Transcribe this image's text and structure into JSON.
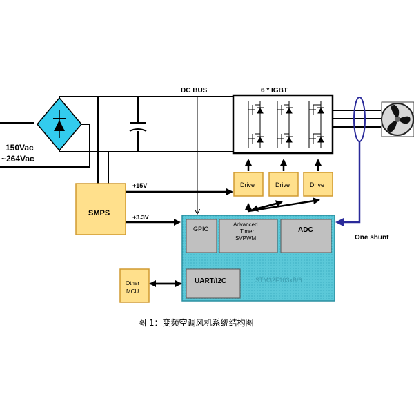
{
  "labels": {
    "input_voltage_line1": "150Vac",
    "input_voltage_line2": "~264Vac",
    "dc_bus": "DC BUS",
    "igbt": "6 * IGBT",
    "smps": "SMPS",
    "v15": "+15V",
    "v33": "+3.3V",
    "drive": [
      "Drive",
      "Drive",
      "Drive"
    ],
    "gpio": "GPIO",
    "timer_line1": "Advanced",
    "timer_line2": "Timer",
    "timer_line3": "SVPWM",
    "adc": "ADC",
    "uart": "UART/I2C",
    "mcu_name": "STM32F103xB/6",
    "other_mcu_line1": "Other",
    "other_mcu_line2": "MCU",
    "one_shunt": "One shunt",
    "caption": "图 1：变频空调风机系统结构图"
  },
  "colors": {
    "rectifier_fill": "#33ccee",
    "block_fill": "#ffe08c",
    "block_stroke": "#d09a30",
    "mcu_fill": "#5bc8d8",
    "module_fill": "#c0c0c0",
    "shunt_wire": "#2a2a9a",
    "line": "#000000"
  },
  "icons": {
    "rectifier": "diode-bridge-icon",
    "capacitor": "capacitor-icon",
    "igbt": "igbt-transistor-icon",
    "fan": "fan-motor-icon"
  }
}
